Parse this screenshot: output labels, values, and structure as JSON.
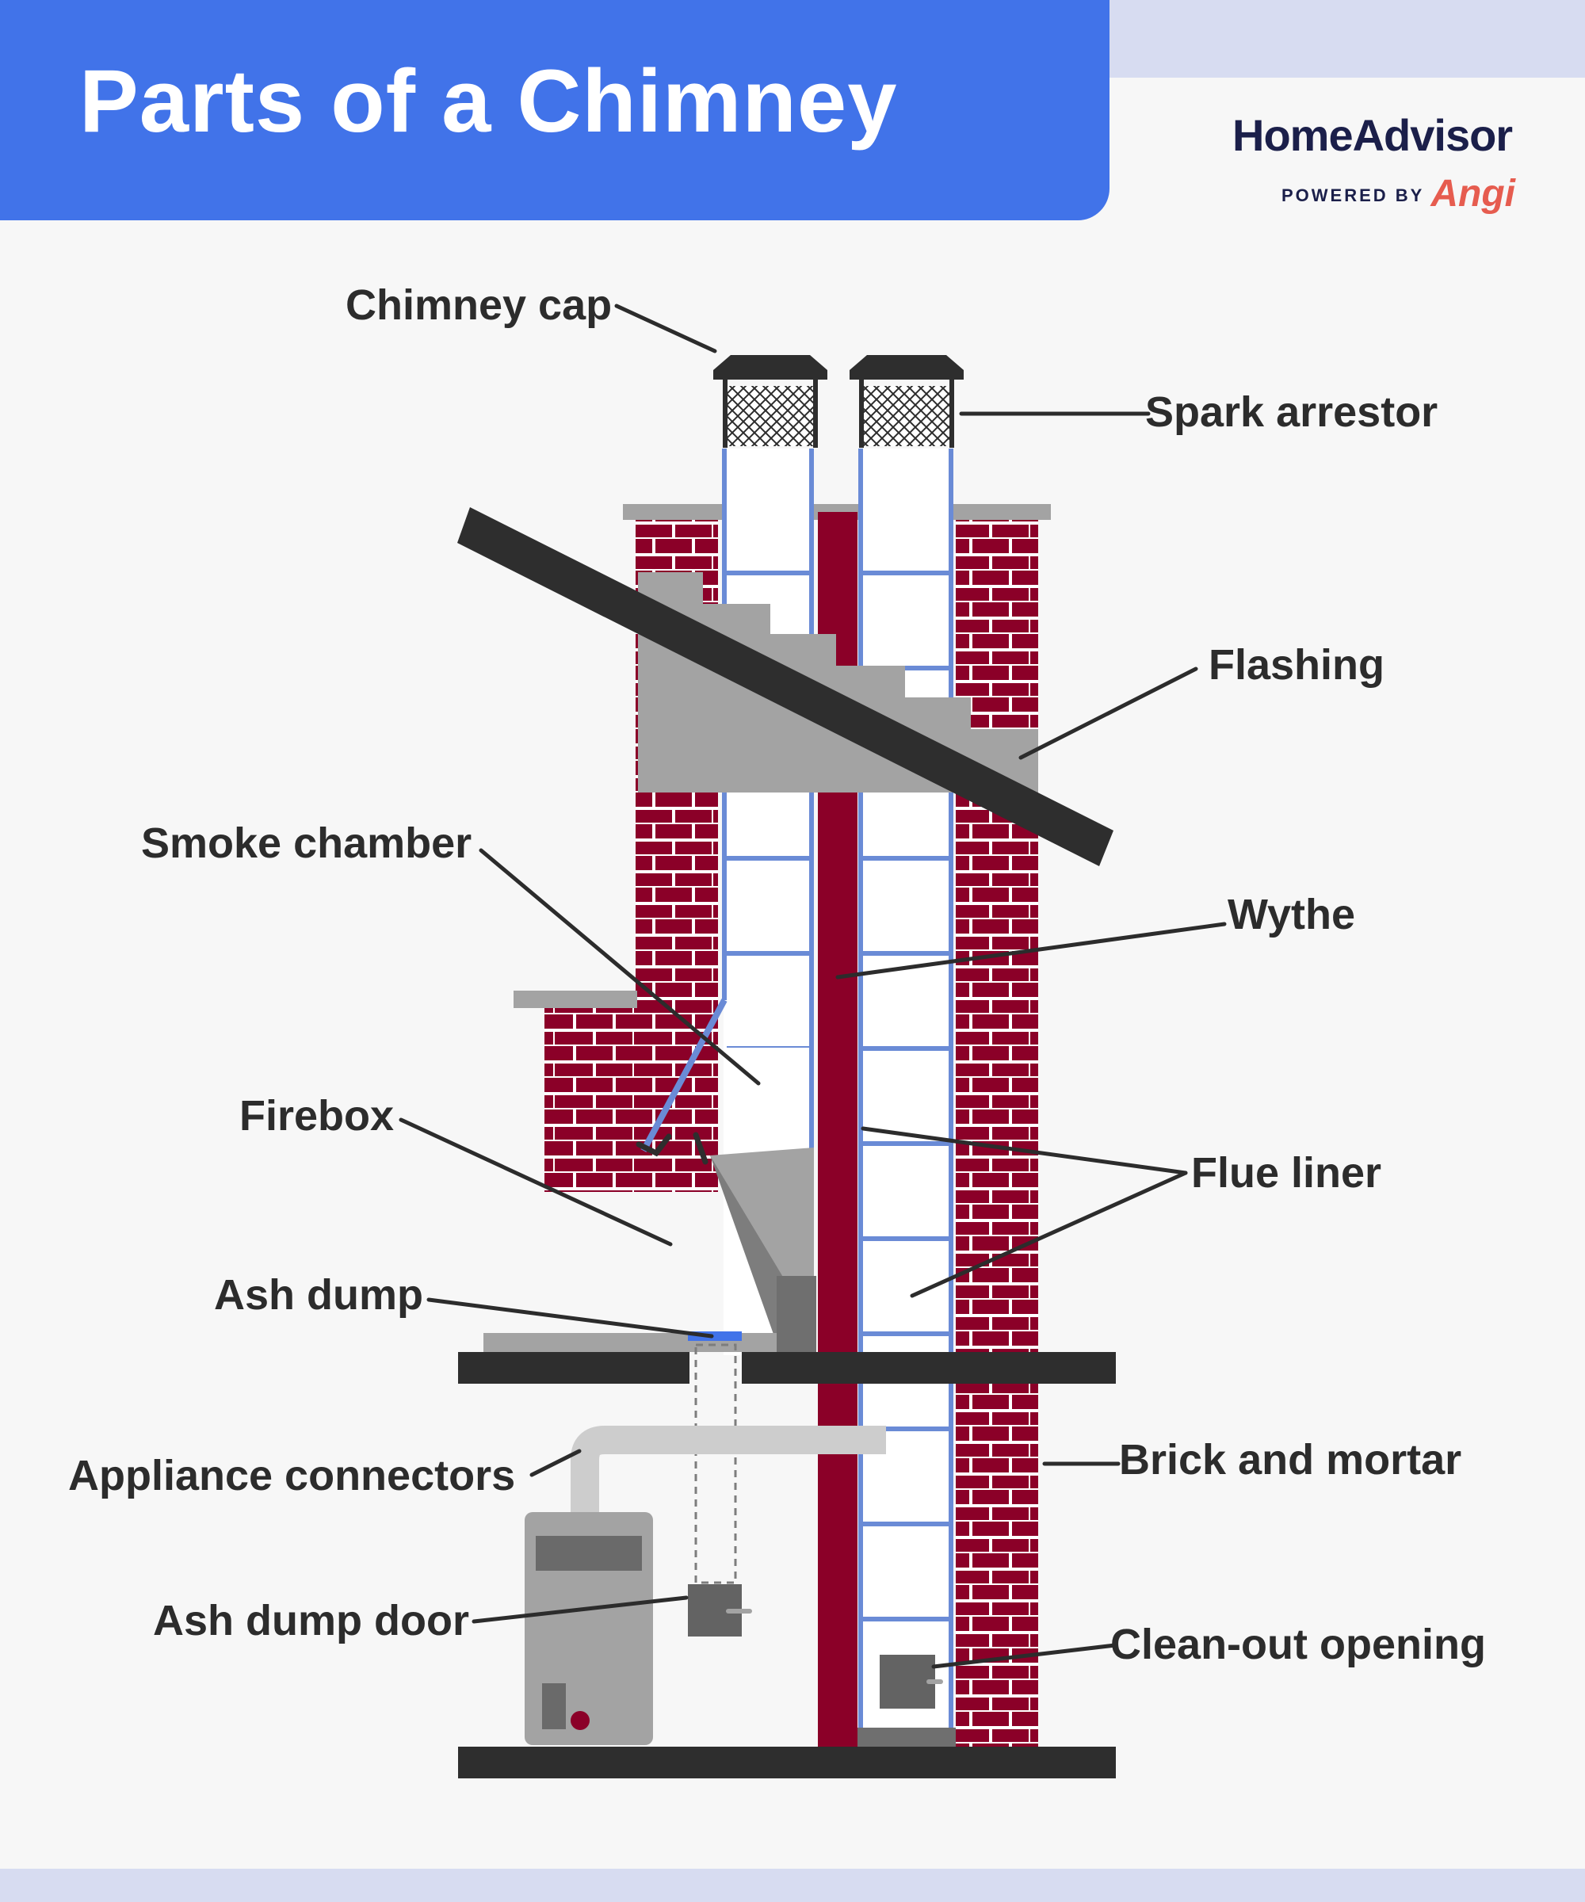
{
  "header": {
    "title": "Parts of a Chimney",
    "brand_name": "HomeAdvisor",
    "brand_powered_by": "POWERED BY",
    "brand_partner": "Angi"
  },
  "labels": {
    "chimney_cap": "Chimney cap",
    "spark_arrestor": "Spark arrestor",
    "flashing": "Flashing",
    "smoke_chamber": "Smoke chamber",
    "wythe": "Wythe",
    "firebox": "Firebox",
    "flue_liner": "Flue liner",
    "ash_dump": "Ash dump",
    "brick_and_mortar": "Brick and mortar",
    "appliance_connectors": "Appliance connectors",
    "ash_dump_door": "Ash dump door",
    "clean_out_opening": "Clean-out opening"
  },
  "colors": {
    "banner": "#4173e9",
    "strip": "#d7dcf1",
    "brick": "#8b0028",
    "mortar": "#ffffff",
    "liner": "#6a8bd6",
    "roof": "#2e2e2e",
    "flashing": "#a3a3a3",
    "label": "#2c2c2c"
  }
}
